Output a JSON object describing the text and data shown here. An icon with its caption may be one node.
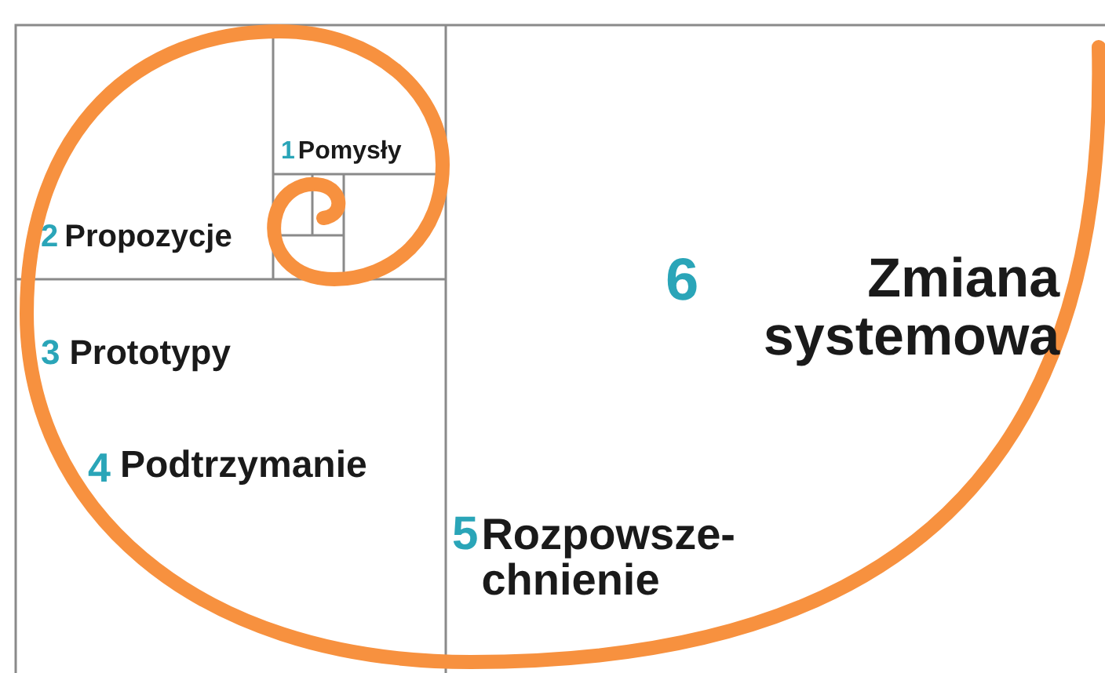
{
  "diagram": {
    "labels": [
      "1",
      "Pomysły",
      "2",
      "Propozycje",
      "3",
      "Prototypy",
      "4",
      "Podtrzymanie",
      "5",
      "Rozpowsze- chnienie",
      "6",
      "Zmiana systemowa"
    ]
  }
}
